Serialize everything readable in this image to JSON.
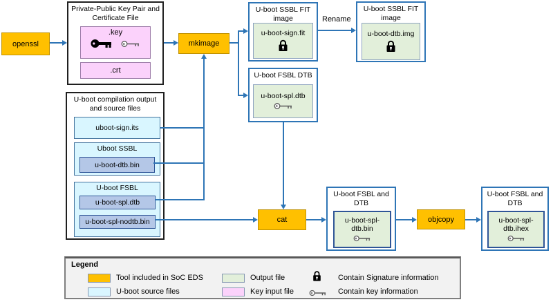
{
  "nodes": {
    "openssl": "openssl",
    "mkimage": "mkimage",
    "cat": "cat",
    "objcopy": "objcopy",
    "keypair": {
      "title": "Private-Public Key Pair and Certificate File",
      "key_file": ".key",
      "crt_file": ".crt"
    },
    "ssbl_fit_signed": {
      "title": "U-boot SSBL FIT image",
      "file": "u-boot-sign.fit"
    },
    "ssbl_fit_renamed": {
      "title": "U-boot SSBL FIT image",
      "file": "u-boot-dtb.img"
    },
    "fsbl_dtb": {
      "title": "U-boot FSBL DTB",
      "file": "u-boot-spl.dtb"
    },
    "compilation": {
      "title": "U-boot compilation output and source files",
      "its_file": "uboot-sign.its",
      "ssbl": {
        "title": "Uboot SSBL",
        "file": "u-boot-dtb.bin"
      },
      "fsbl": {
        "title": "U-boot FSBL",
        "dtb_file": "u-boot-spl.dtb",
        "nodtb_file": "u-boot-spl-nodtb.bin"
      }
    },
    "fsbl_and_dtb_bin": {
      "title": "U-boot FSBL and DTB",
      "file": "u-boot-spl-dtb.bin"
    },
    "fsbl_and_dtb_ihex": {
      "title": "U-boot FSBL and DTB",
      "file": "u-boot-spl-dtb.ihex"
    }
  },
  "labels": {
    "rename": "Rename"
  },
  "legend": {
    "title": "Legend",
    "tool": "Tool included in SoC EDS",
    "source": "U-boot source files",
    "output": "Output file",
    "key_input": "Key input file",
    "signature": "Contain Signature information",
    "key_info": "Contain key information"
  },
  "colors": {
    "tool_fill": "#FFC000",
    "source_fill": "#D9F6FF",
    "output_fill": "#E2EFDA",
    "key_input_fill": "#FBD2FB",
    "binary_fill": "#B4C7E7",
    "arrow": "#2E75B6"
  }
}
